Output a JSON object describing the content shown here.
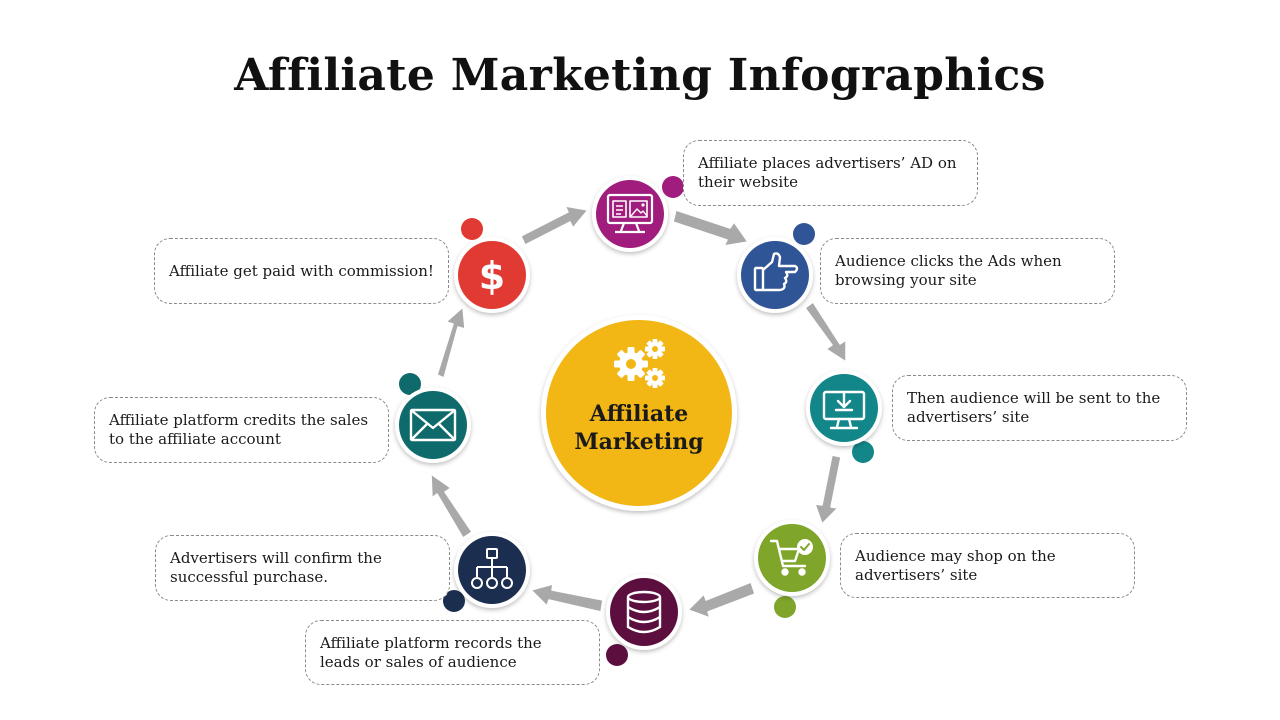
{
  "title": "Affiliate Marketing Infographics",
  "center": {
    "line1": "Affiliate",
    "line2": "Marketing",
    "icon": "gears-icon",
    "color": "#F2B714"
  },
  "steps": [
    {
      "text": "Affiliate places advertisers’ AD on their website",
      "icon": "monitor-image-icon",
      "color": "#A01C7D"
    },
    {
      "text": "Audience clicks the Ads when browsing your site",
      "icon": "pointing-hand-icon",
      "color": "#2F5597"
    },
    {
      "text": "Then audience will be sent to the advertisers’ site",
      "icon": "monitor-download-icon",
      "color": "#13868A"
    },
    {
      "text": "Audience may shop on the advertisers’ site",
      "icon": "shopping-cart-check-icon",
      "color": "#7FA52A"
    },
    {
      "text": "Affiliate platform records the leads or sales of audience",
      "icon": "database-icon",
      "color": "#5C0F3F"
    },
    {
      "text": "Advertisers will confirm the successful purchase.",
      "icon": "org-chart-icon",
      "color": "#1C2E4F"
    },
    {
      "text": "Affiliate platform credits the sales to the affiliate account",
      "icon": "envelope-icon",
      "color": "#0F6B6B"
    },
    {
      "text": "Affiliate get paid with commission!",
      "icon": "dollar-icon",
      "color": "#E03A33"
    }
  ]
}
